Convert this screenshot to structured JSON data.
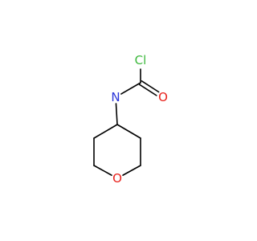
{
  "molecule": {
    "atoms": [
      {
        "id": "a0",
        "element": "C",
        "label": ""
      },
      {
        "id": "a1",
        "element": "Cl",
        "label": "Cl",
        "color": "#3cb83c"
      },
      {
        "id": "a2",
        "element": "O",
        "label": "O",
        "color": "#e8201a"
      },
      {
        "id": "a3",
        "element": "N",
        "label": "N",
        "color": "#2b35d8"
      },
      {
        "id": "a4",
        "element": "C",
        "label": ""
      },
      {
        "id": "a5",
        "element": "C",
        "label": ""
      },
      {
        "id": "a6",
        "element": "C",
        "label": ""
      },
      {
        "id": "a7",
        "element": "O",
        "label": "O",
        "color": "#e8201a"
      },
      {
        "id": "a8",
        "element": "C",
        "label": ""
      },
      {
        "id": "a9",
        "element": "C",
        "label": ""
      }
    ],
    "bonds": [
      {
        "from": "a0",
        "to": "a1",
        "order": 1
      },
      {
        "from": "a0",
        "to": "a2",
        "order": 2
      },
      {
        "from": "a0",
        "to": "a3",
        "order": 1
      },
      {
        "from": "a3",
        "to": "a4",
        "order": 1
      },
      {
        "from": "a4",
        "to": "a5",
        "order": 1
      },
      {
        "from": "a5",
        "to": "a6",
        "order": 1
      },
      {
        "from": "a6",
        "to": "a7",
        "order": 1
      },
      {
        "from": "a7",
        "to": "a8",
        "order": 1
      },
      {
        "from": "a8",
        "to": "a9",
        "order": 1
      },
      {
        "from": "a9",
        "to": "a4",
        "order": 1
      }
    ],
    "bond_color": "#000000"
  }
}
